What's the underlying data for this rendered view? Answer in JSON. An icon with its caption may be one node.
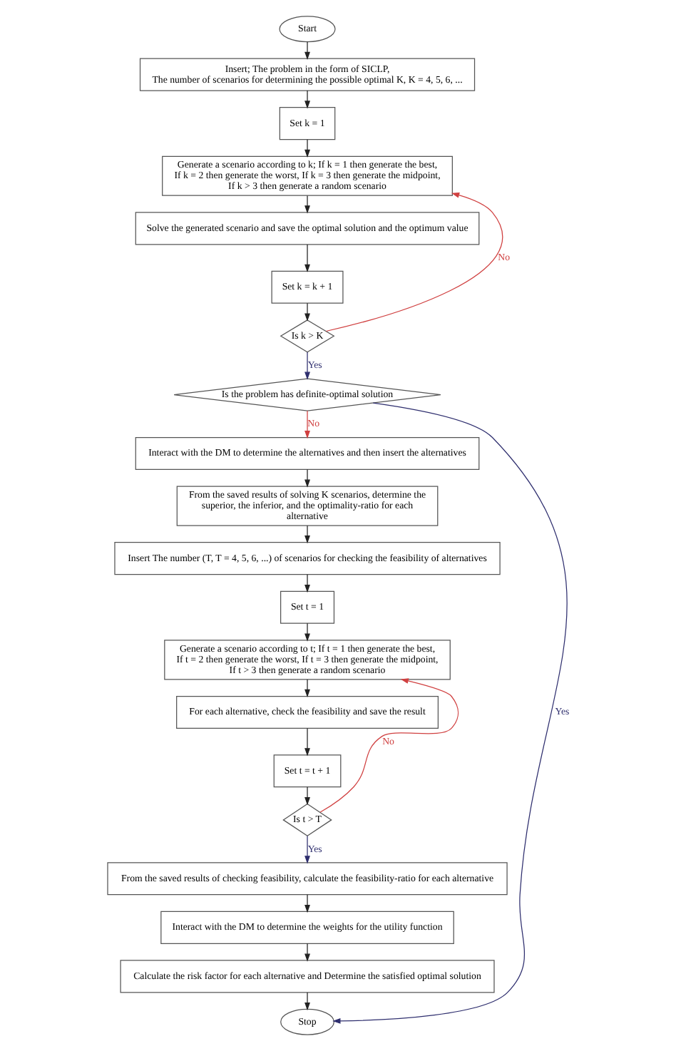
{
  "diagram": {
    "nodes": [
      {
        "text": [
          "Start"
        ]
      },
      {
        "text": [
          "Insert; The problem in the form of SICLP,",
          "The number of scenarios for determining the possible optimal K, K = 4, 5, 6, ..."
        ]
      },
      {
        "text": [
          "Set k = 1"
        ]
      },
      {
        "text": [
          "Generate a scenario according to k; If k = 1 then generate the best, If k = 2 then generate the worst, If k = 3 then generate the midpoint, If k > 3 then generate a random scenario"
        ]
      },
      {
        "text": [
          "Solve the generated scenario and save the optimal solution and the optimum value"
        ]
      },
      {
        "text": [
          "Set k = k + 1"
        ]
      },
      {
        "text": [
          "Is k > K"
        ]
      },
      {
        "text": [
          "Is the problem has definite-optimal solution"
        ]
      },
      {
        "text": [
          "Interact with the DM to determine the alternatives and then insert the alternatives"
        ]
      },
      {
        "text": [
          "From the saved results of solving K scenarios, determine the superior, the inferior, and the optimality-ratio for each alternative"
        ]
      },
      {
        "text": [
          "Insert The number (T, T = 4, 5, 6, ...) of scenarios for checking the feasibility of alternatives"
        ]
      },
      {
        "text": [
          "Set t = 1"
        ]
      },
      {
        "text": [
          "Generate a scenario according to t; If t = 1 then generate the best, If t = 2 then generate the worst, If t = 3 then generate the midpoint, If t > 3 then generate a random scenario"
        ]
      },
      {
        "text": [
          "For each alternative, check the feasibility and save the result"
        ]
      },
      {
        "text": [
          "Set t = t + 1"
        ]
      },
      {
        "text": [
          "Is t > T"
        ]
      },
      {
        "text": [
          "From the saved results of checking feasibility, calculate the feasibility-ratio for each alternative"
        ]
      },
      {
        "text": [
          "Interact with the DM to determine the weights for the utility function"
        ]
      },
      {
        "text": [
          "Calculate the risk factor for each alternative and Determine the satisfied optimal solution"
        ]
      },
      {
        "text": [
          "Stop"
        ]
      }
    ],
    "edges": [
      {
        "from": 0,
        "to": 1,
        "arrow": "to"
      },
      {
        "from": 1,
        "to": 2,
        "arrow": "to"
      },
      {
        "from": 2,
        "to": 3,
        "arrow": "to"
      },
      {
        "from": 3,
        "to": 4,
        "arrow": "to"
      },
      {
        "from": 4,
        "to": 5,
        "arrow": "to"
      },
      {
        "from": 5,
        "to": 6,
        "arrow": "to"
      },
      {
        "from": 6,
        "to": 3,
        "arrow": "to",
        "label": "No",
        "color": "#d04040"
      },
      {
        "from": 6,
        "to": 7,
        "arrow": "to",
        "label": "Yes",
        "color": "#2e2e6e"
      },
      {
        "from": 7,
        "to": 19,
        "arrow": "to",
        "label": "Yes",
        "color": "#2e2e6e"
      },
      {
        "from": 7,
        "to": 8,
        "arrow": "to",
        "label": "No",
        "color": "#d04040"
      },
      {
        "from": 8,
        "to": 9,
        "arrow": "to"
      },
      {
        "from": 9,
        "to": 10,
        "arrow": "to"
      },
      {
        "from": 10,
        "to": 11,
        "arrow": "to"
      },
      {
        "from": 11,
        "to": 12,
        "arrow": "to"
      },
      {
        "from": 12,
        "to": 13,
        "arrow": "to"
      },
      {
        "from": 13,
        "to": 14,
        "arrow": "to"
      },
      {
        "from": 14,
        "to": 15,
        "arrow": "to"
      },
      {
        "from": 15,
        "to": 12,
        "arrow": "to",
        "label": "No",
        "color": "#d04040"
      },
      {
        "from": 15,
        "to": 16,
        "arrow": "to",
        "label": "Yes",
        "color": "#2e2e6e"
      },
      {
        "from": 16,
        "to": 17,
        "arrow": "to"
      },
      {
        "from": 17,
        "to": 18,
        "arrow": "to"
      },
      {
        "from": 18,
        "to": 19,
        "arrow": "to"
      }
    ]
  }
}
